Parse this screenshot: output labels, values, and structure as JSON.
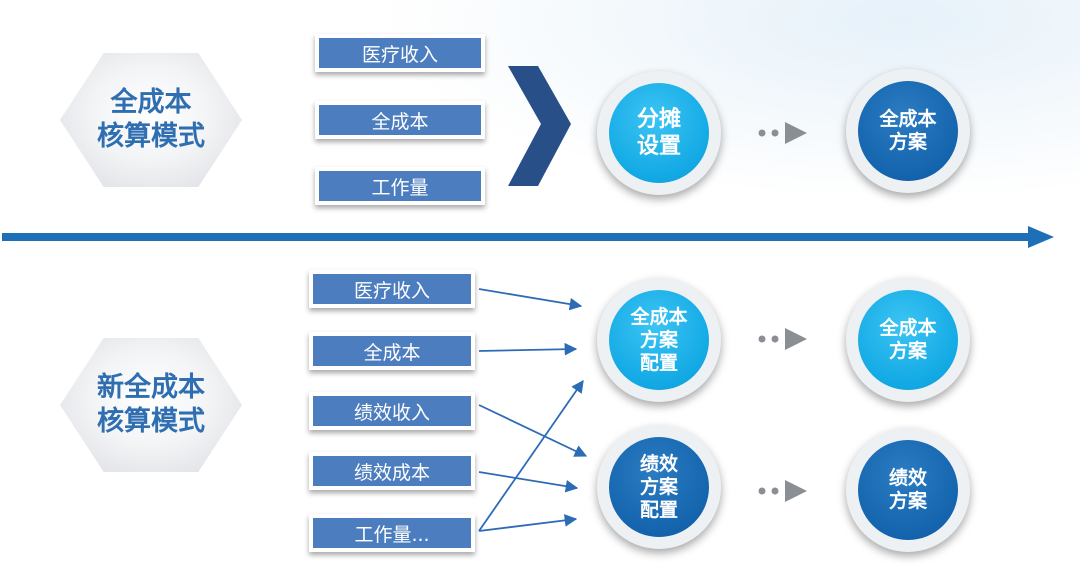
{
  "top_section": {
    "mode_label": "全成本\n核算模式",
    "items": [
      "医疗收入",
      "全成本",
      "工作量"
    ],
    "step_circle": "分摊\n设置",
    "result_circle": "全成本\n方案"
  },
  "bottom_section": {
    "mode_label": "新全成本\n核算模式",
    "items": [
      "医疗收入",
      "全成本",
      "绩效收入",
      "绩效成本",
      "工作量..."
    ],
    "step_circles": [
      "全成本\n方案\n配置",
      "绩效\n方案\n配置"
    ],
    "result_circles": [
      "全成本\n方案",
      "绩效\n方案"
    ]
  },
  "colors": {
    "accent_blue": "#1d6fb8",
    "box_blue": "#4c7dbe",
    "circle_light": "#12a9e4",
    "circle_dark": "#1464ae",
    "hex_text": "#2f6eb0"
  },
  "icons": {
    "chevron": "chevron-right-icon",
    "dots_arrow": "dots-arrow-icon",
    "divider_arrow": "arrow-right-icon"
  }
}
